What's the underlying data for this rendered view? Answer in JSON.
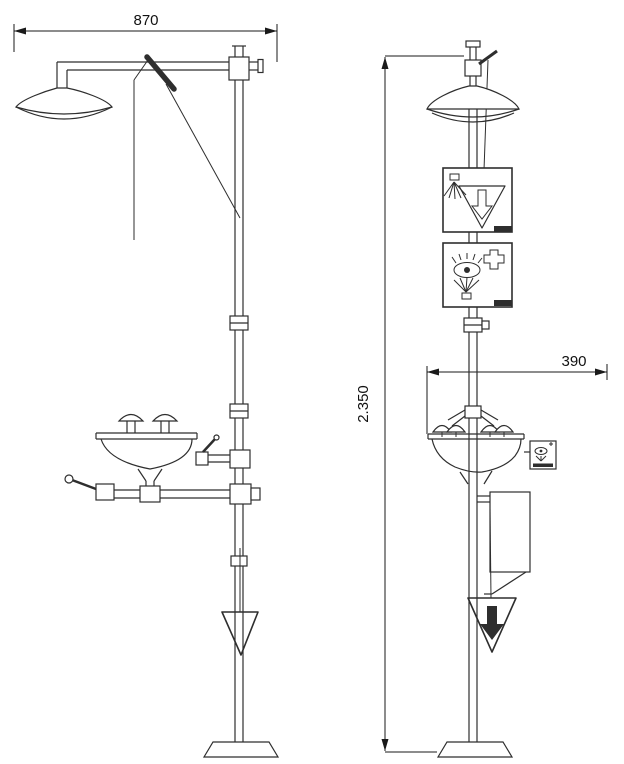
{
  "drawing": {
    "dim_top_width": "870",
    "dim_height": "2.350",
    "dim_eyewash_width": "390"
  },
  "colors": {
    "line": "#2e2e2e",
    "dimension": "#1a1a1a",
    "background": "#ffffff"
  },
  "icons": {
    "sign_shower": "shower-pull-handle-pictogram",
    "sign_eyewash": "eyewash-pictogram",
    "bowl_sign": "eyewash-pictogram-small",
    "handle_arrow": "down-arrow-icon"
  }
}
